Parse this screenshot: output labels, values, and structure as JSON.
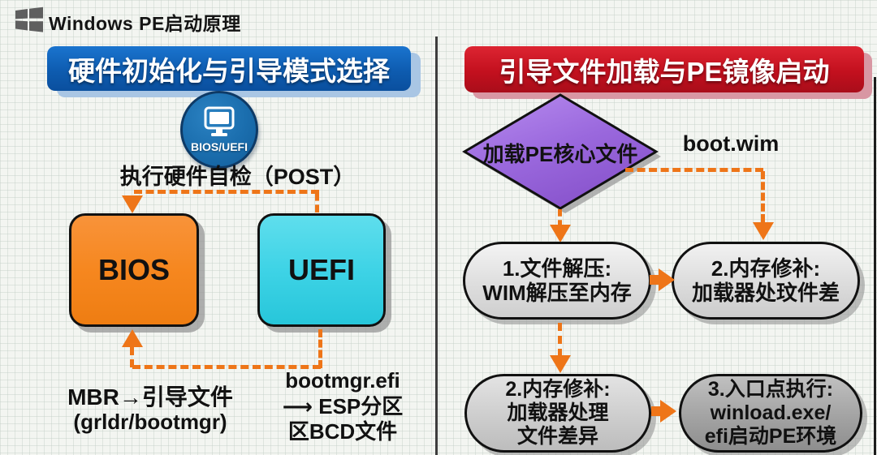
{
  "page_title": "Windows PE启动原理",
  "left_panel": {
    "header": "硬件初始化与引导模式选择",
    "badge_label": "BIOS/UEFI",
    "post_text": "执行硬件自检（POST）",
    "bios_label": "BIOS",
    "uefi_label": "UEFI",
    "mbr_line1": "MBR→引导文件",
    "mbr_line2": "(grldr/bootmgr)",
    "efi_line1": "bootmgr.efi",
    "efi_line2": "⟶ ESP分区",
    "efi_line3": "区BCD文件"
  },
  "right_panel": {
    "header": "引导文件加载与PE镜像启动",
    "diamond_label": "加载PE核心文件",
    "bootwim_label": "boot.wim",
    "step1_line1": "1.文件解压:",
    "step1_line2": "WIM解压至内存",
    "step2a_line1": "2.内存修补:",
    "step2a_line2": "加载器处玟件差",
    "step2b_line1": "2.内存修补:",
    "step2b_line2": "加载器处理",
    "step2b_line3": "文件差异",
    "step3_line1": "3.入口点执行:",
    "step3_line2": "winload.exe/",
    "step3_line3": "efi启动PE环境"
  },
  "colors": {
    "accent_orange": "#ee7518",
    "header_blue": "#0e5cb0",
    "header_red": "#c3101e",
    "bios_orange": "#f6871f",
    "uefi_cyan": "#3ed3e6",
    "diamond_purple": "#9a68dd",
    "badge_blue": "#1a6dad",
    "pill_gray_light": "#dcdcdc",
    "pill_gray_dark": "#8e8e8e"
  }
}
